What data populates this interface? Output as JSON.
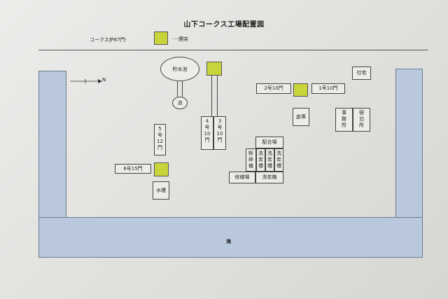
{
  "title": "山下コークス工場配置図",
  "legend": {
    "oven_label": "コークス炉67門·",
    "chimney_label": "····煙突"
  },
  "north_label": "N",
  "sea_label": "海",
  "colors": {
    "chimney": "#c9d43a",
    "water": "#b9c8dd",
    "paper": "#e6e6e3"
  },
  "facilities": {
    "reservoir": "貯水池",
    "pond": "池",
    "oven_2": "2号10門",
    "oven_1": "1号10門",
    "company_house": "社宅",
    "oven_4": "4\n号\n10\n門",
    "oven_3": "3\n号\n10\n門",
    "warehouse": "倉庫",
    "office": "事\n務\n所",
    "lodging": "宿\n泊\n所",
    "oven_5": "5\n号\n12\n門",
    "mixing_plant": "配合場",
    "crusher": "粉\n砕\n機",
    "washing_tank_1": "洗\n炭\n槽",
    "washing_tank_2": "洗\n炭\n槽",
    "washing_tank_3": "洗\n炭\n槽",
    "oven_6": "6号15門",
    "repair_shop": "修繕場",
    "coal_washer": "洗炭機",
    "water_tank": "水槽"
  }
}
